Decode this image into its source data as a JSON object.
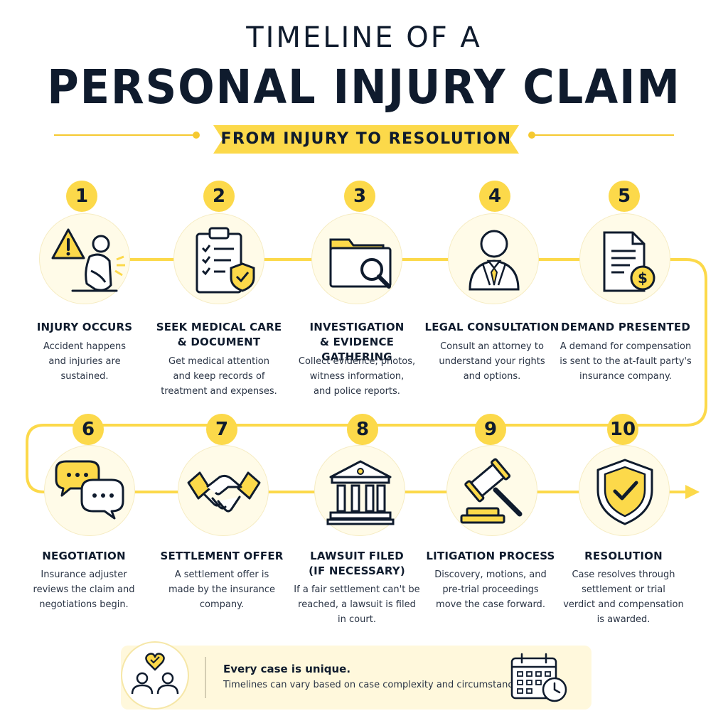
{
  "header": {
    "title_top": "TIMELINE OF A",
    "title_main": "PERSONAL INJURY CLAIM",
    "subtitle": "FROM INJURY TO RESOLUTION"
  },
  "colors": {
    "accent": "#fcd94a",
    "ink": "#0f1b2d",
    "soft": "#fffbe8"
  },
  "steps": [
    {
      "number": "1",
      "icon": "injured-person-warning-icon",
      "title": "INJURY OCCURS",
      "description": "Accident happens\nand injuries are\nsustained."
    },
    {
      "number": "2",
      "icon": "medical-clipboard-shield-icon",
      "title": "SEEK MEDICAL CARE\n& DOCUMENT",
      "description": "Get medical attention\nand keep records of\ntreatment and expenses."
    },
    {
      "number": "3",
      "icon": "folder-magnifier-icon",
      "title": "INVESTIGATION\n& EVIDENCE GATHERING",
      "description": "Collect evidence, photos,\nwitness information,\nand police reports."
    },
    {
      "number": "4",
      "icon": "attorney-icon",
      "title": "LEGAL CONSULTATION",
      "description": "Consult an attorney to\nunderstand your rights\nand options."
    },
    {
      "number": "5",
      "icon": "demand-document-dollar-icon",
      "title": "DEMAND PRESENTED",
      "description": "A demand for compensation\nis sent to the at-fault party's\ninsurance company."
    },
    {
      "number": "6",
      "icon": "chat-bubbles-icon",
      "title": "NEGOTIATION",
      "description": "Insurance adjuster\nreviews the claim and\nnegotiations begin."
    },
    {
      "number": "7",
      "icon": "handshake-icon",
      "title": "SETTLEMENT OFFER",
      "description": "A settlement offer is\nmade by the insurance\ncompany."
    },
    {
      "number": "8",
      "icon": "courthouse-icon",
      "title": "LAWSUIT FILED\n(IF NECESSARY)",
      "description": "If a fair settlement can't be\nreached, a lawsuit is filed\nin court."
    },
    {
      "number": "9",
      "icon": "gavel-icon",
      "title": "LITIGATION PROCESS",
      "description": "Discovery, motions, and\npre-trial proceedings\nmove the case forward."
    },
    {
      "number": "10",
      "icon": "shield-check-icon",
      "title": "RESOLUTION",
      "description": "Case resolves through\nsettlement or trial\nverdict and compensation\nis awarded."
    }
  ],
  "note": {
    "heading": "Every case is unique.",
    "text": "Timelines can vary based on case complexity and circumstances.",
    "left_icon": "people-heart-icon",
    "right_icon": "calendar-clock-icon"
  }
}
